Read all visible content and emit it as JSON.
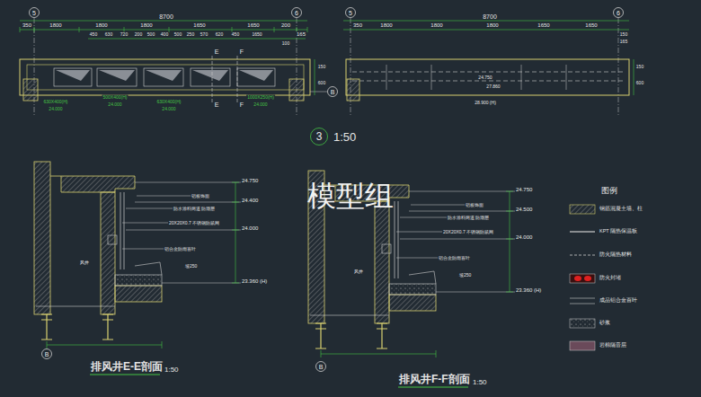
{
  "diagram": {
    "nodes": [
      {
        "text": [
          "5"
        ]
      },
      {
        "text": [
          "6"
        ]
      },
      {
        "text": [
          "5"
        ]
      },
      {
        "text": [
          "6"
        ]
      },
      {
        "text": [
          "B"
        ]
      },
      {
        "text": [
          "3"
        ]
      },
      {
        "text": [
          "B"
        ]
      },
      {
        "text": [
          "B"
        ]
      }
    ],
    "labels": [
      "8700",
      "350",
      "1800",
      "1800",
      "1800",
      "1650",
      "1650",
      "200",
      "165",
      "450",
      "630",
      "720",
      "200",
      "500",
      "400",
      "500",
      "250",
      "570",
      "620",
      "450",
      "1650",
      "100",
      "E",
      "F",
      "E",
      "F",
      "630X400(H)",
      "24.000",
      "500X400(H)",
      "24.000",
      "630X400(H)",
      "24.000",
      "1000X250(H)",
      "24.000",
      "150",
      "600",
      "8700",
      "350",
      "1800",
      "1800",
      "1800",
      "1650",
      "1650",
      "150",
      "165",
      "24.750",
      "27.860",
      "28.900 (H)",
      "150",
      "600",
      "1:50",
      "24.750",
      "24.400",
      "24.000",
      "23.360 (H)",
      "铝板饰面",
      "防水涂料两道 防潮层",
      "20X20X0.7 不锈钢防鼠网",
      "铝合金防雨百叶",
      "坡250",
      "风井",
      "排风井E-E剖面",
      "1:50",
      "24.750",
      "24.500",
      "24.000",
      "23.360 (H)",
      "铝板饰面",
      "防水涂料两道 防潮层",
      "20X20X0.7 不锈钢防鼠网",
      "铝合金防雨百叶",
      "坡250",
      "风井",
      "排风井F-F剖面",
      "1:50",
      "模型组",
      "图例"
    ],
    "legend": [
      {
        "text": "钢筋混凝土墙、柱"
      },
      {
        "text": "KPT 隔热保温板"
      },
      {
        "text": "防火隔热材料"
      },
      {
        "text": "防火封堵"
      },
      {
        "text": "成品铝合金百叶"
      },
      {
        "text": "砂浆"
      },
      {
        "text": "岩棉隔音层"
      }
    ]
  }
}
